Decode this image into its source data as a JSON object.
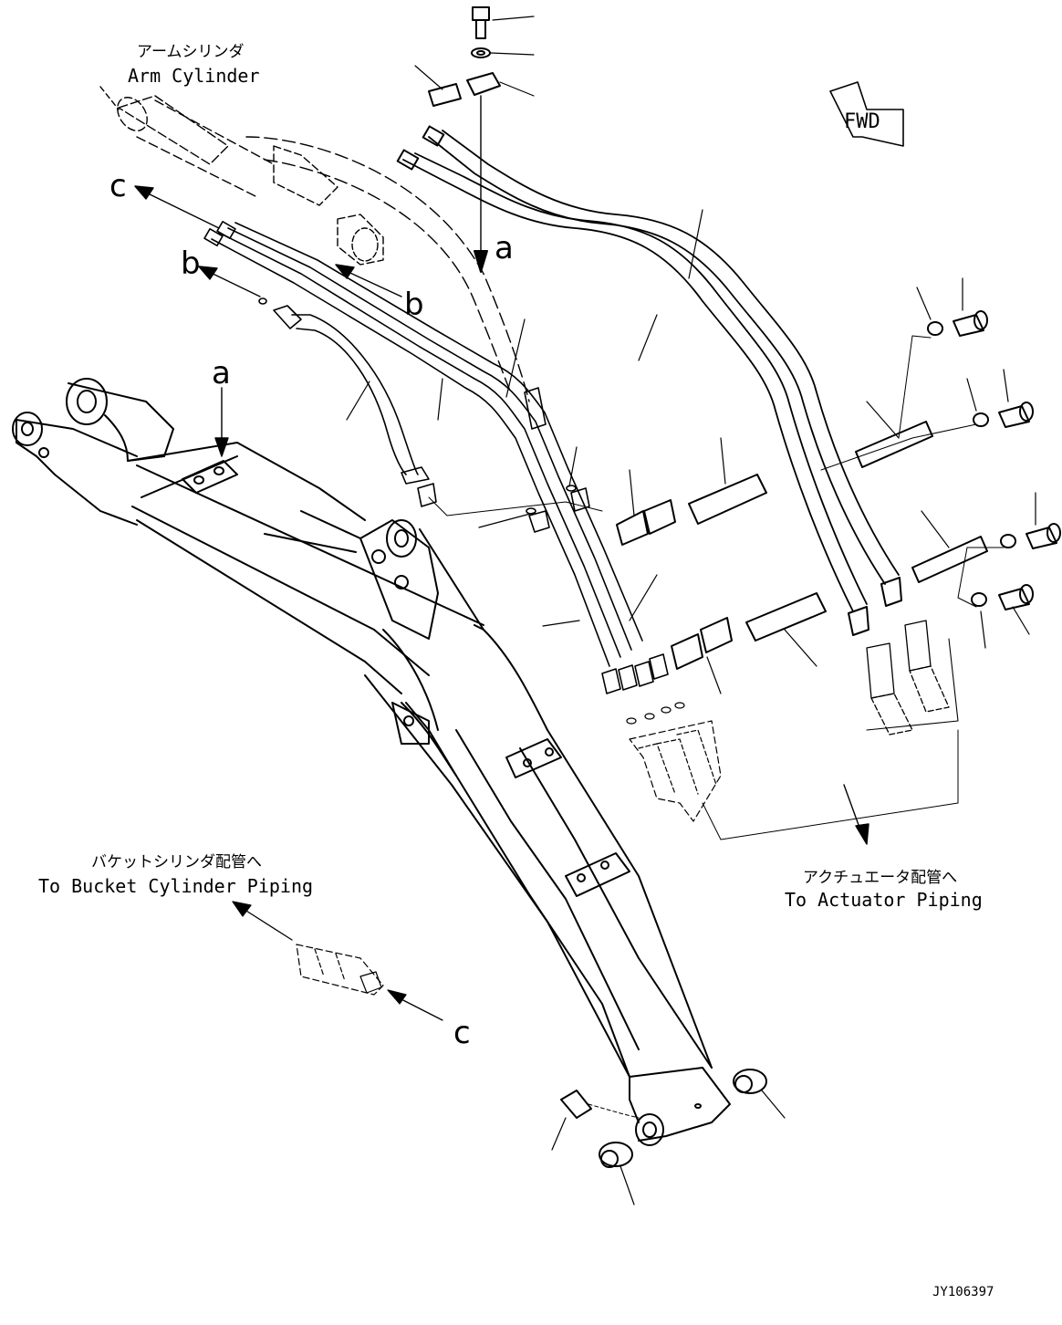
{
  "labels": {
    "arm_cylinder_ja": "アームシリンダ",
    "arm_cylinder_en": "Arm Cylinder",
    "bucket_piping_ja": "バケットシリンダ配管へ",
    "bucket_piping_en": "To Bucket Cylinder Piping",
    "actuator_piping_ja": "アクチュエータ配管へ",
    "actuator_piping_en": "To Actuator Piping",
    "fwd": "FWD",
    "drawing_id": "JY106397"
  },
  "references": {
    "a": "a",
    "b": "b",
    "c": "c"
  }
}
